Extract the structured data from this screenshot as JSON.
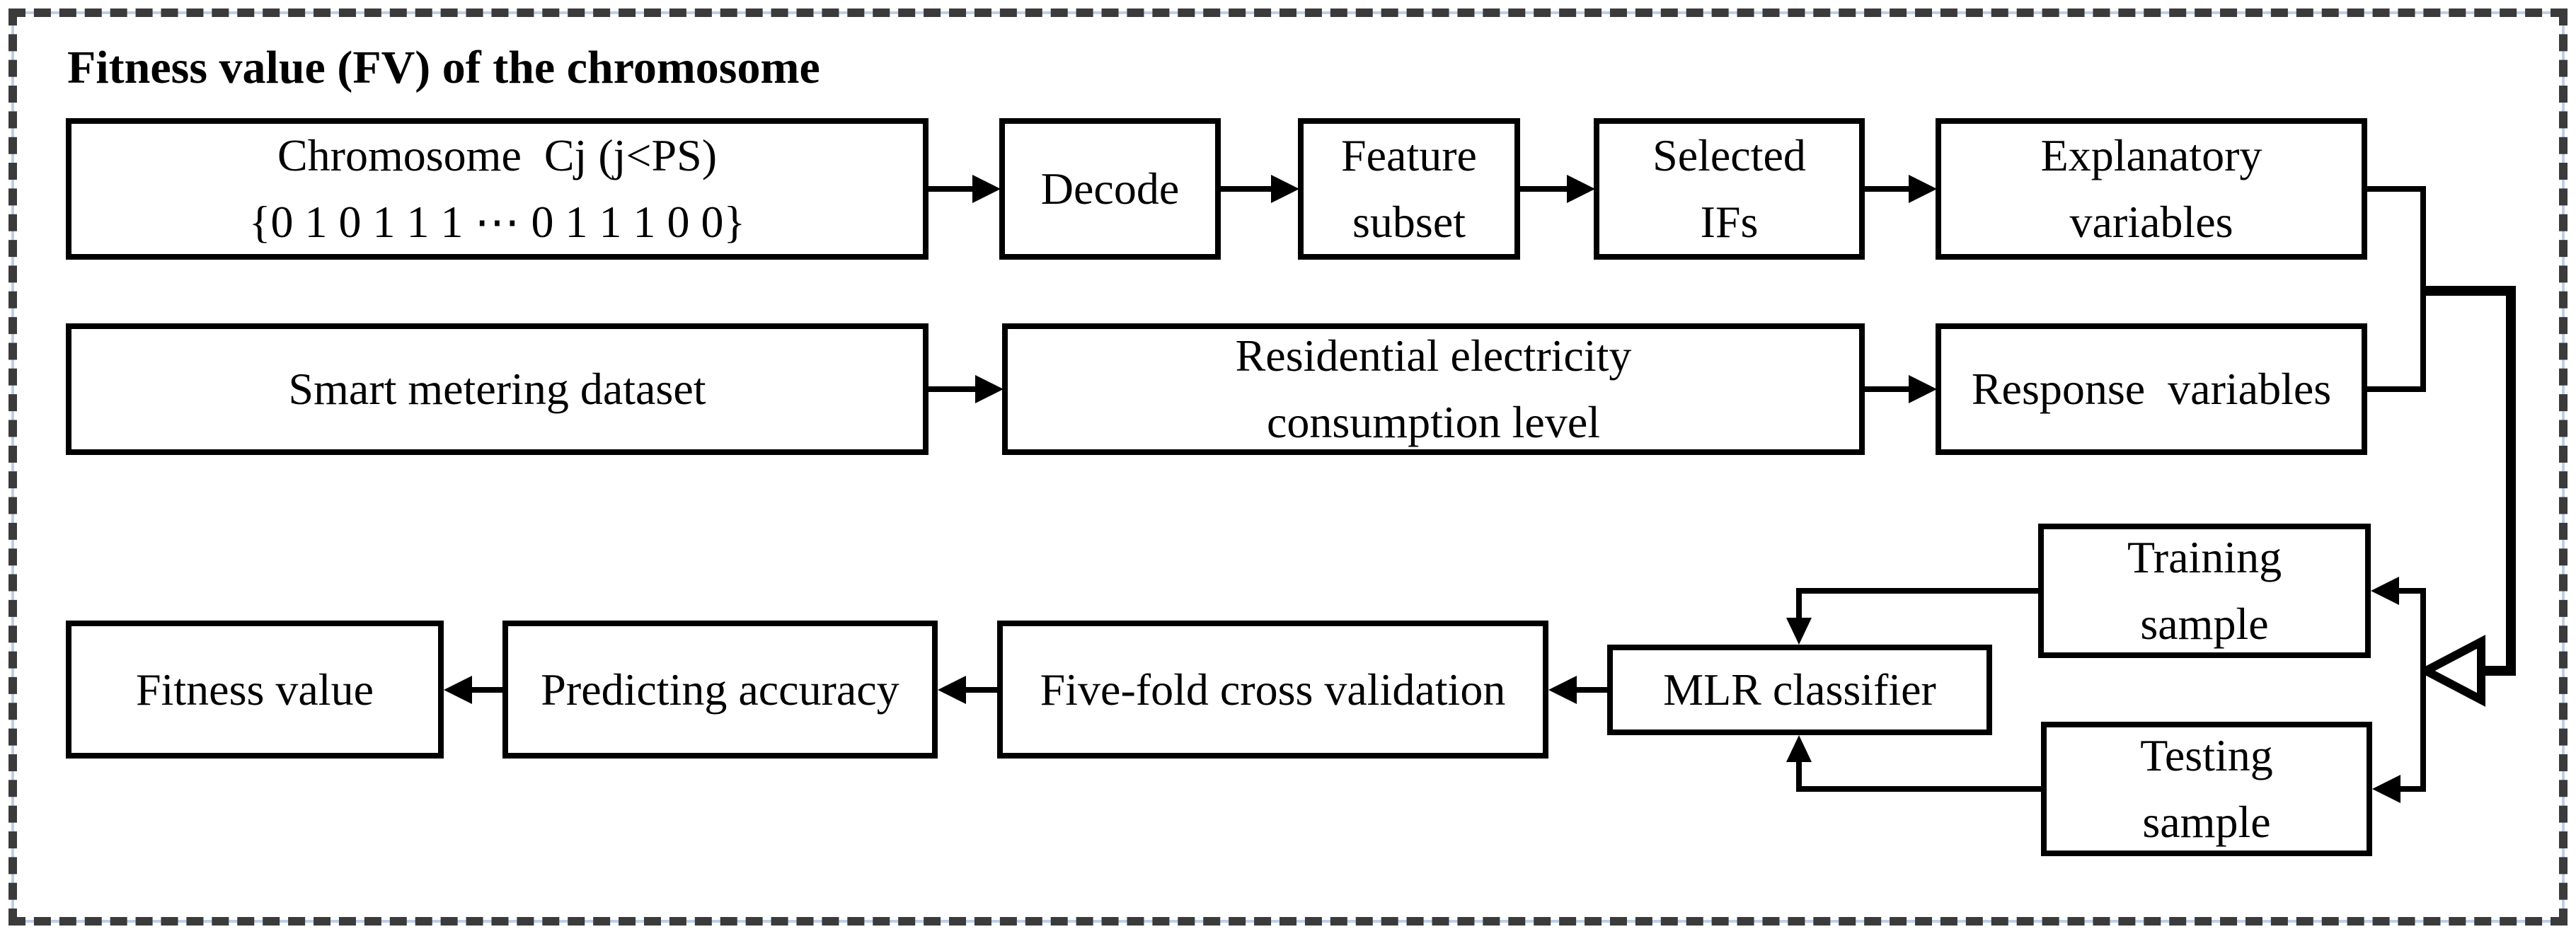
{
  "figure": {
    "title": "Fitness value (FV) of the chromosome"
  },
  "nodes": {
    "chromosome": {
      "lines": [
        "Chromosome  Cj (j<PS)",
        "{0 1 0 1 1 1 ⋯ 0 1 1 1 0 0}"
      ]
    },
    "decode": {
      "lines": [
        "Decode"
      ]
    },
    "feature_subset": {
      "lines": [
        "Feature",
        "subset"
      ]
    },
    "selected_ifs": {
      "lines": [
        "Selected",
        "IFs"
      ]
    },
    "explanatory_variables": {
      "lines": [
        "Explanatory",
        "variables"
      ]
    },
    "smart_metering_dataset": {
      "lines": [
        "Smart metering dataset"
      ]
    },
    "residential_consumption": {
      "lines": [
        "Residential electricity",
        "consumption level"
      ]
    },
    "response_variables": {
      "lines": [
        "Response  variables"
      ]
    },
    "fitness_value": {
      "lines": [
        "Fitness value"
      ]
    },
    "predicting_accuracy": {
      "lines": [
        "Predicting accuracy"
      ]
    },
    "five_fold_cv": {
      "lines": [
        "Five-fold cross validation"
      ]
    },
    "mlr_classifier": {
      "lines": [
        "MLR classifier"
      ]
    },
    "training_sample": {
      "lines": [
        "Training",
        "sample"
      ]
    },
    "testing_sample": {
      "lines": [
        "Testing",
        "sample"
      ]
    }
  },
  "edges": [
    {
      "from": "chromosome",
      "to": "decode",
      "style": "arrow"
    },
    {
      "from": "decode",
      "to": "feature_subset",
      "style": "arrow"
    },
    {
      "from": "feature_subset",
      "to": "selected_ifs",
      "style": "arrow"
    },
    {
      "from": "selected_ifs",
      "to": "explanatory_variables",
      "style": "arrow"
    },
    {
      "from": "smart_metering_dataset",
      "to": "residential_consumption",
      "style": "arrow"
    },
    {
      "from": "residential_consumption",
      "to": "response_variables",
      "style": "arrow"
    },
    {
      "from": "explanatory_variables",
      "to": "sample_split",
      "style": "line"
    },
    {
      "from": "response_variables",
      "to": "sample_split",
      "style": "line"
    },
    {
      "from": "sample_split",
      "to": "training_sample",
      "style": "arrow"
    },
    {
      "from": "sample_split",
      "to": "testing_sample",
      "style": "arrow"
    },
    {
      "from": "training_sample",
      "to": "mlr_classifier",
      "style": "arrow"
    },
    {
      "from": "testing_sample",
      "to": "mlr_classifier",
      "style": "arrow"
    },
    {
      "from": "mlr_classifier",
      "to": "five_fold_cv",
      "style": "arrow"
    },
    {
      "from": "five_fold_cv",
      "to": "predicting_accuracy",
      "style": "arrow"
    },
    {
      "from": "predicting_accuracy",
      "to": "fitness_value",
      "style": "arrow"
    }
  ],
  "colors": {
    "line": "#000000",
    "text": "#000000",
    "frame_dash": "#3b3b3b",
    "frame_accent": "#bccfe9",
    "background": "#ffffff"
  }
}
